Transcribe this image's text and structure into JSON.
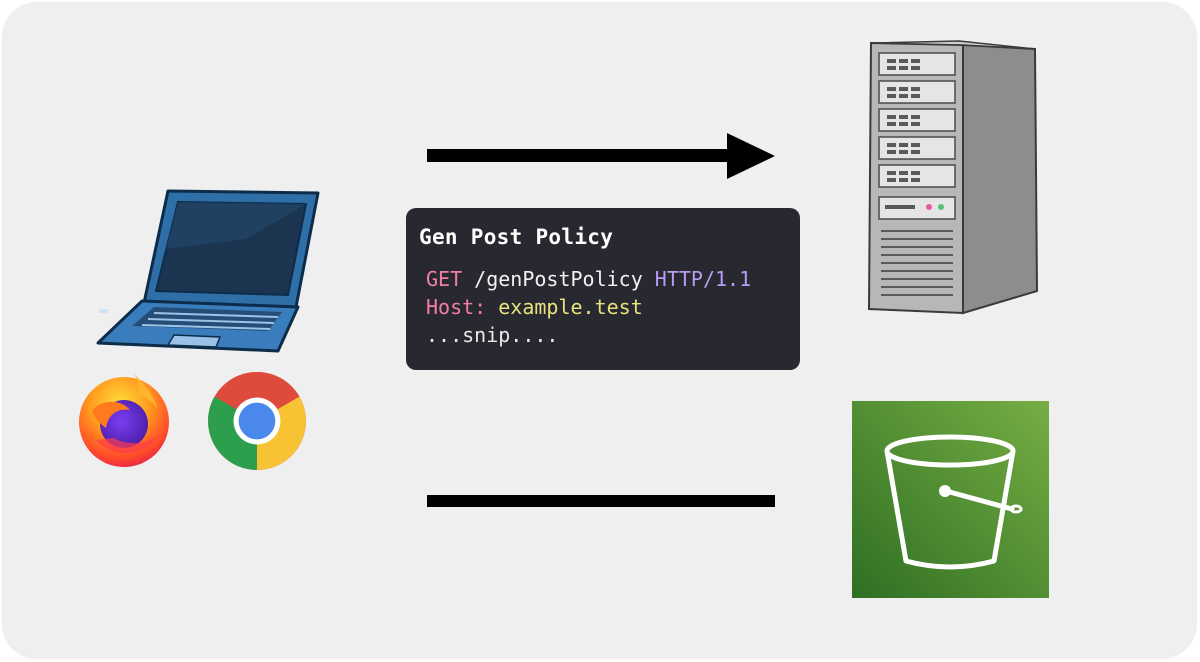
{
  "request_box": {
    "title": "Gen Post Policy",
    "line1": {
      "method": "GET",
      "path": " /genPostPolicy ",
      "protocol": "HTTP/1.1"
    },
    "line2": {
      "key": "Host:",
      "value": " example.test"
    },
    "line3": "...snip...."
  },
  "icons": {
    "client": "laptop-icon",
    "browser_1": "firefox-icon",
    "browser_2": "chrome-icon",
    "server": "server-tower-icon",
    "storage": "s3-bucket-icon"
  },
  "colors": {
    "background": "#efefef",
    "code_bg": "#272830",
    "keyword": "#f47fa3",
    "version": "#b79cf1",
    "value": "#e7e27d",
    "bucket_green": "#5a9a36"
  }
}
